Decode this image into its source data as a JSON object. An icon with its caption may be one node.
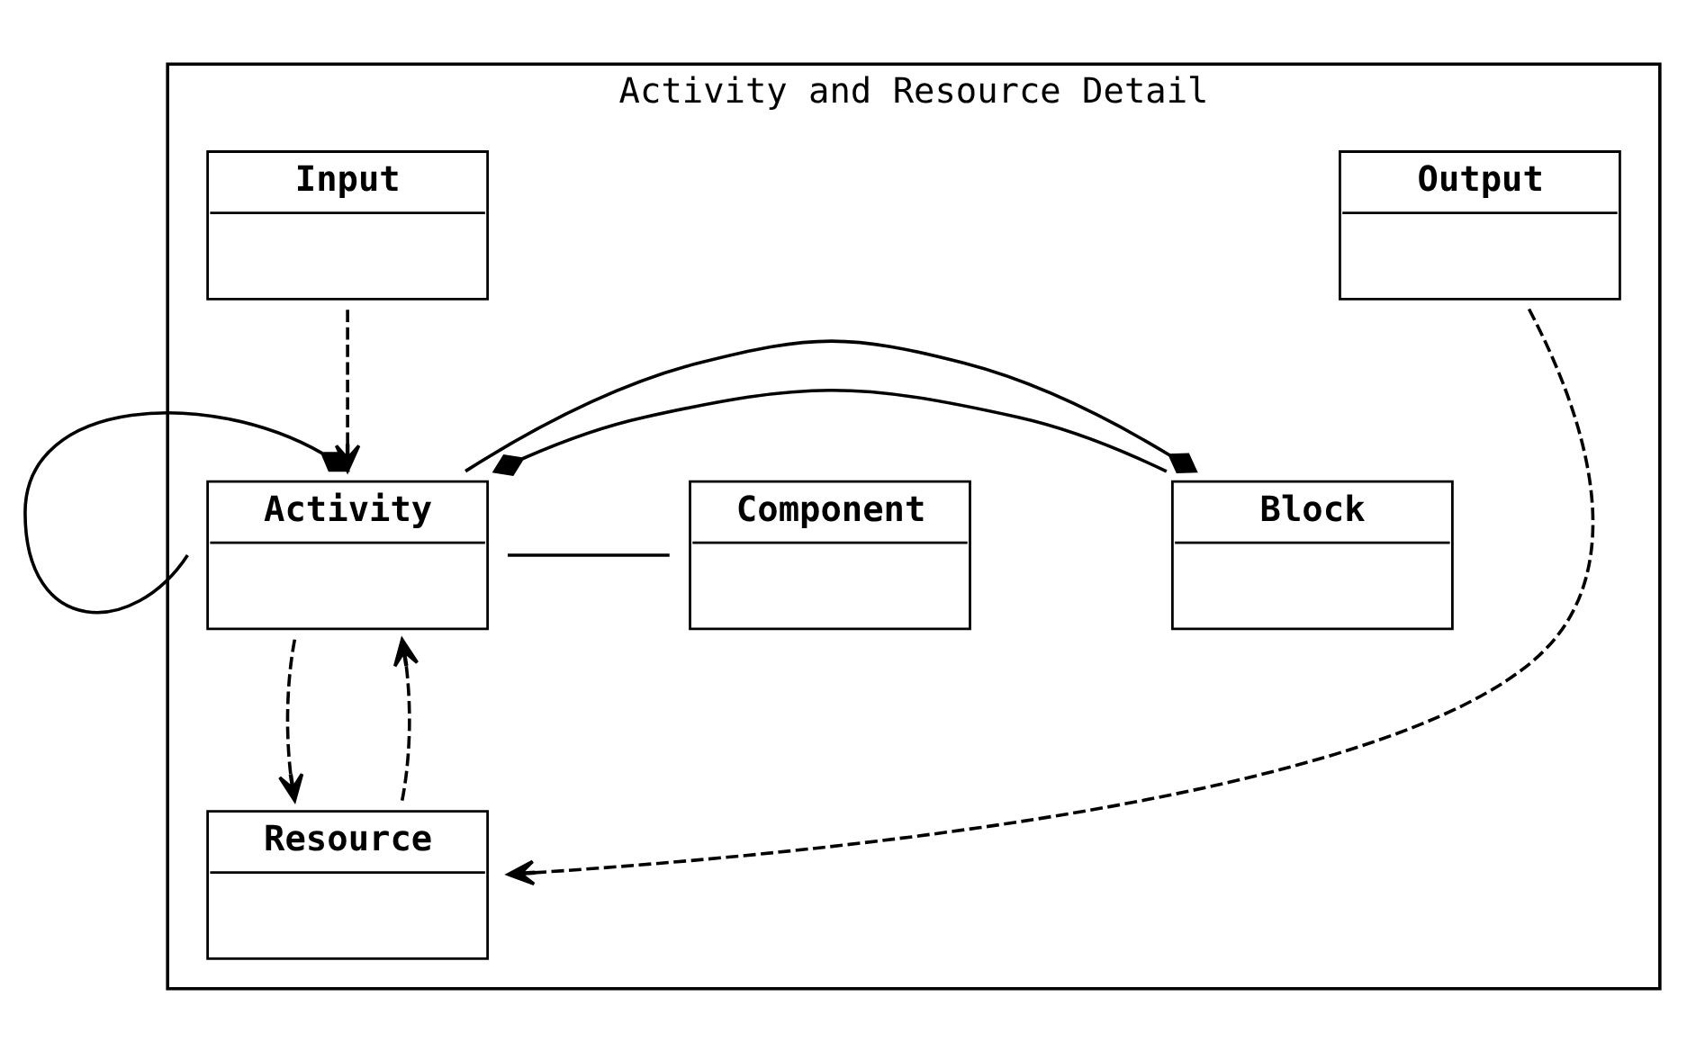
{
  "diagram": {
    "nodes": [
      {
        "text": [
          "Activity and Resource Detail"
        ]
      },
      {
        "text": [
          "Component"
        ],
        "in": 0
      },
      {
        "text": [
          "Activity"
        ],
        "in": 0
      },
      {
        "text": [
          "Block"
        ],
        "in": 0
      },
      {
        "text": [
          "Output"
        ],
        "in": 0
      },
      {
        "text": [
          "Input"
        ],
        "in": 0
      },
      {
        "text": [
          "Resource"
        ],
        "in": 0
      }
    ],
    "edges": [
      {
        "from": 1,
        "to": 2,
        "arrow": "none"
      },
      {
        "from": 2,
        "to": 2,
        "arrow": "other"
      },
      {
        "from": 3,
        "to": 2,
        "arrow": "other"
      },
      {
        "from": 2,
        "to": 3,
        "arrow": "other"
      },
      {
        "from": 2,
        "to": 6,
        "arrow": "to",
        "style": "dashed"
      },
      {
        "from": 6,
        "to": 2,
        "arrow": "to",
        "style": "dashed"
      },
      {
        "from": 4,
        "to": 6,
        "arrow": "to",
        "style": "dashed"
      },
      {
        "from": 5,
        "to": 2,
        "arrow": "to",
        "style": "dashed"
      }
    ]
  }
}
